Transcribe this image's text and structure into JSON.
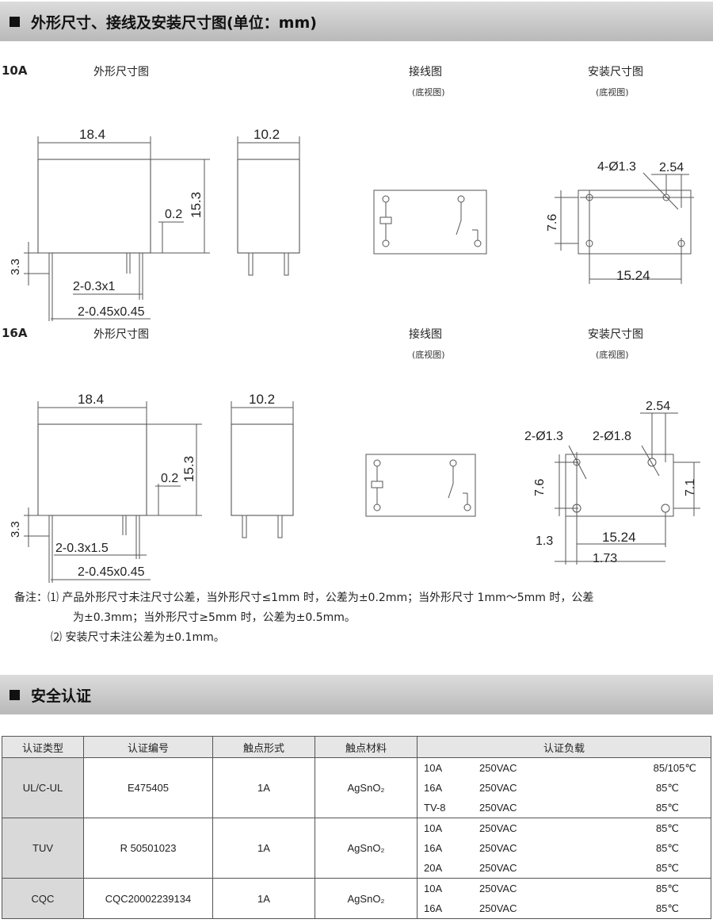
{
  "section1": {
    "title": "外形尺寸、接线及安装尺寸图(单位：mm)"
  },
  "row10": {
    "label": "10A",
    "outline": "外形尺寸图",
    "wiring": "接线图",
    "wiring_sub": "(底视图)",
    "mount": "安装尺寸图",
    "mount_sub": "(底视图)"
  },
  "row16": {
    "label": "16A",
    "outline": "外形尺寸图",
    "wiring": "接线图",
    "wiring_sub": "(底视图)",
    "mount": "安装尺寸图",
    "mount_sub": "(底视图)"
  },
  "dims10": {
    "w": "18.4",
    "d": "10.2",
    "h": "15.3",
    "gap": "0.2",
    "pin": "3.3",
    "pin1": "2-0.3x1",
    "pin2": "2-0.45x0.45",
    "holes": "4-Ø1.3",
    "pitch": "2.54",
    "vs": "7.6",
    "hs": "15.24"
  },
  "dims16": {
    "w": "18.4",
    "d": "10.2",
    "h": "15.3",
    "gap": "0.2",
    "pin": "3.3",
    "pin1": "2-0.3x1.5",
    "pin2": "2-0.45x0.45",
    "hole1": "2-Ø1.3",
    "hole2": "2-Ø1.8",
    "pitch": "2.54",
    "vs": "7.6",
    "vs2": "7.1",
    "hs": "15.24",
    "b1": "1.3",
    "b2": "1.73"
  },
  "notes": {
    "prefix": "备注：",
    "n1_mark": "⑴",
    "n1_a": "产品外形尺寸未注尺寸公差，当外形尺寸≤1mm 时，公差为±0.2mm；当外形尺寸 1mm～5mm 时，公差",
    "n1_b": "为±0.3mm；当外形尺寸≥5mm 时，公差为±0.5mm。",
    "n2_mark": "⑵",
    "n2": "安装尺寸未注公差为±0.1mm。"
  },
  "section2": {
    "title": "安全认证"
  },
  "cert": {
    "headers": [
      "认证类型",
      "认证编号",
      "触点形式",
      "触点材料",
      "认证负载"
    ],
    "rows": [
      {
        "type": "UL/C-UL",
        "number": "E475405",
        "form": "1A",
        "material": "AgSnO₂",
        "loads": [
          {
            "cur": "10A",
            "volt": "250VAC",
            "temp": "85/105℃"
          },
          {
            "cur": "16A",
            "volt": "250VAC",
            "temp": "85℃"
          },
          {
            "cur": "TV-8",
            "volt": "250VAC",
            "temp": "85℃"
          }
        ]
      },
      {
        "type": "TUV",
        "number": "R 50501023",
        "form": "1A",
        "material": "AgSnO₂",
        "loads": [
          {
            "cur": "10A",
            "volt": "250VAC",
            "temp": "85℃"
          },
          {
            "cur": "16A",
            "volt": "250VAC",
            "temp": "85℃"
          },
          {
            "cur": "20A",
            "volt": "250VAC",
            "temp": "85℃"
          }
        ]
      },
      {
        "type": "CQC",
        "number": "CQC20002239134",
        "form": "1A",
        "material": "AgSnO₂",
        "loads": [
          {
            "cur": "10A",
            "volt": "250VAC",
            "temp": "85℃"
          },
          {
            "cur": "16A",
            "volt": "250VAC",
            "temp": "85℃"
          }
        ]
      }
    ]
  }
}
